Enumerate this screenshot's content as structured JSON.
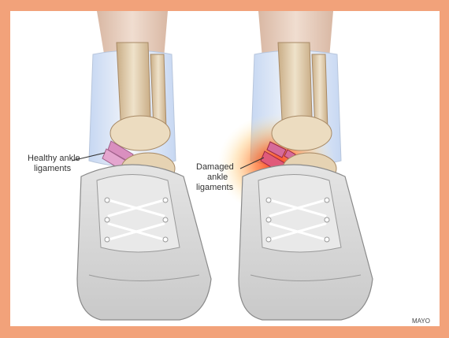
{
  "illustration": {
    "left_label_line1": "Healthy ankle",
    "left_label_line2": "ligaments",
    "right_label_line1": "Damaged",
    "right_label_line2": "ankle",
    "right_label_line3": "ligaments",
    "credit": "MAYO"
  },
  "colors": {
    "frame": "#f2a27a",
    "bone": "#e9d8bc",
    "shoe": "#d9d9d9",
    "ligament_healthy": "#e0a0c8",
    "inflammation": "#ff3a1a",
    "sock": "#eef2f7"
  }
}
